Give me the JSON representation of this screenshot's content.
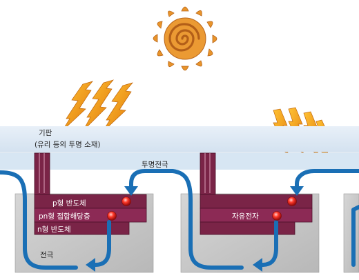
{
  "labels": {
    "substrate_line1": "기판",
    "substrate_line2": "(유리 등의 투명 소재)",
    "transparent_electrode": "투명전극",
    "p_type": "p형 반도체",
    "pn_junction": "pn형 접합해당층",
    "n_type": "n형 반도체",
    "electrode": "전극",
    "free_electron": "자유전자"
  },
  "icons": {
    "sun": "sun-icon",
    "light": "lightning-bolt-icon",
    "electron": "electron-dot-icon",
    "flow": "current-flow-arrow"
  },
  "colors": {
    "substrate": "#dfeaf5",
    "semiconductor": "#7a2447",
    "electrode_block": "#c8c8c8",
    "flow": "#1a6fb5",
    "sun": "#e8942a",
    "bolt": "#f29a1c",
    "electron": "#e02020"
  }
}
